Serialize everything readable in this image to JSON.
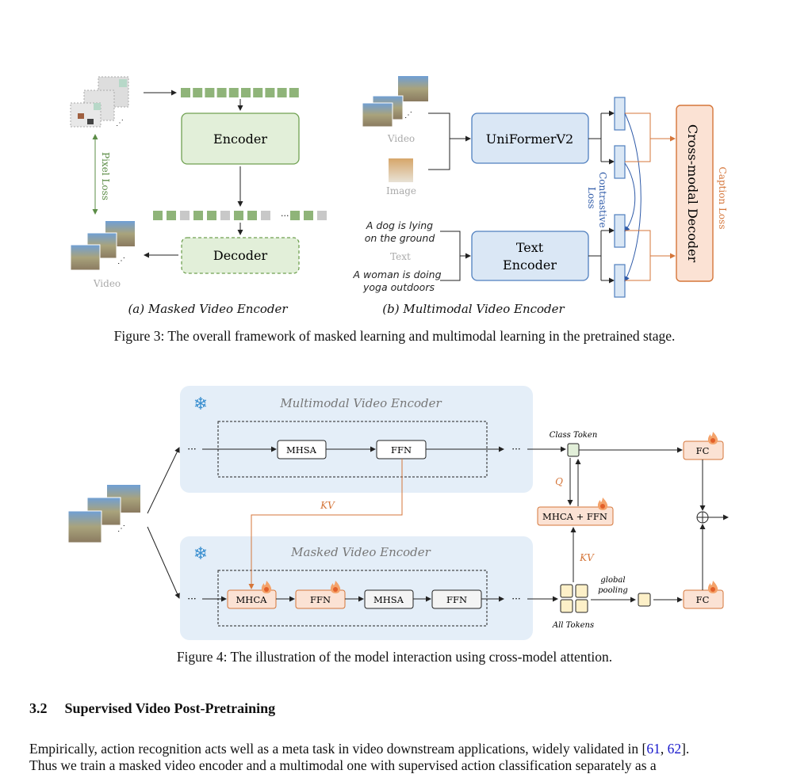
{
  "figure3": {
    "a": {
      "encoder": "Encoder",
      "decoder": "Decoder",
      "pixel_loss": "Pixel Loss",
      "video_label": "Video",
      "subcaption": "(a) Masked Video Encoder"
    },
    "b": {
      "video_label": "Video",
      "image_label": "Image",
      "text_label": "Text",
      "text_line1a": "A dog is lying",
      "text_line1b": "on the ground",
      "text_line2a": "A woman is doing",
      "text_line2b": "yoga outdoors",
      "uniformer": "UniFormerV2",
      "text_encoder_1": "Text",
      "text_encoder_2": "Encoder",
      "contrastive_1": "Contrastive",
      "contrastive_2": "Loss",
      "decoder": "Cross-modal Decoder",
      "caption_loss": "Caption Loss",
      "subcaption": "(b) Multimodal Video Encoder"
    },
    "caption": "Figure 3: The overall framework of masked learning and multimodal learning in the pretrained stage."
  },
  "figure4": {
    "top_title": "Multimodal Video Encoder",
    "bottom_title": "Masked Video Encoder",
    "ellipsis": "···",
    "mhsa": "MHSA",
    "ffn": "FFN",
    "mhca": "MHCA",
    "kv": "KV",
    "q": "Q",
    "class_token": "Class Token",
    "all_tokens": "All Tokens",
    "global": "global",
    "pooling": "pooling",
    "mhca_ffn": "MHCA + FFN",
    "fc": "FC",
    "caption": "Figure 4: The illustration of the model interaction using cross-model attention."
  },
  "section": {
    "number": "3.2",
    "title": "Supervised Video Post-Pretraining",
    "para_text": "Empirically, action recognition acts well as a meta task in video downstream applications, widely validated in [",
    "cite1": "61",
    "sep": ", ",
    "cite2": "62",
    "para_end": "].",
    "para_line2": "Thus we train a masked video encoder and a multimodal one with supervised action classification separately as a"
  },
  "colors": {
    "green_fill": "#e2efd9",
    "green_border": "#70a152",
    "blue_fill": "#dae7f5",
    "blue_border": "#4f7fbf",
    "orange_fill": "#fbe2d4",
    "orange_border": "#d5763a",
    "panel": "#e4eef8"
  }
}
